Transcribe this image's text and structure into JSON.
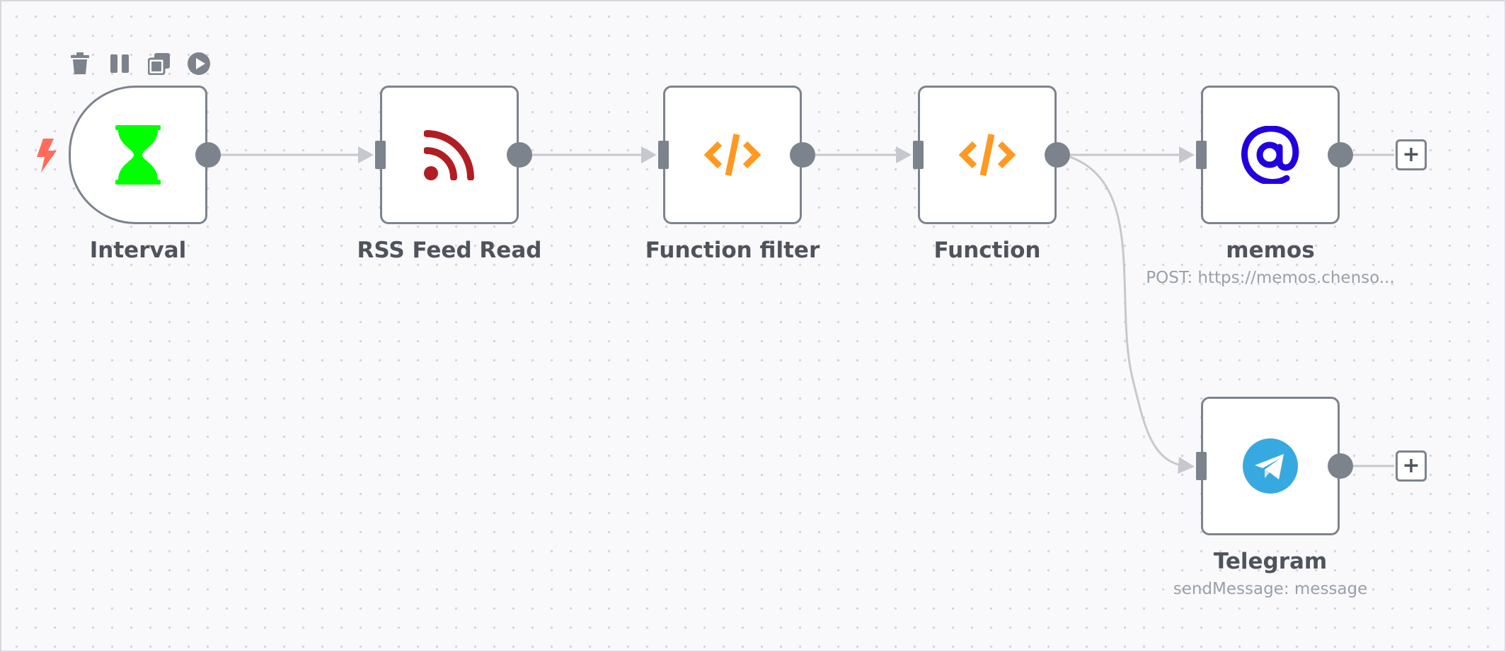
{
  "canvas": {
    "background": "#f9f9fc",
    "grid_dot_color": "#d4d6dc",
    "node_border_color": "#7d838d",
    "connection_color": "#c6c8cd"
  },
  "toolbar": {
    "icons": [
      "trash-icon",
      "pause-icon",
      "copy-icon",
      "play-icon"
    ]
  },
  "trigger_indicator": {
    "icon": "lightning-bolt-icon",
    "color": "#ff6d5a"
  },
  "nodes": {
    "interval": {
      "label": "Interval",
      "icon": "hourglass-icon",
      "icon_color": "#00ff00"
    },
    "rss": {
      "label": "RSS Feed Read",
      "icon": "rss-icon",
      "icon_color": "#b01e24"
    },
    "function_filter": {
      "label": "Function filter",
      "icon": "code-icon",
      "icon_color": "#ff9922"
    },
    "function": {
      "label": "Function",
      "icon": "code-icon",
      "icon_color": "#ff9922"
    },
    "memos": {
      "label": "memos",
      "subtitle": "POST: https://memos.chenso...",
      "icon": "at-sign-icon",
      "icon_color": "#2200dd"
    },
    "telegram": {
      "label": "Telegram",
      "subtitle": "sendMessage: message",
      "icon": "telegram-icon",
      "icon_color": "#37a9e1"
    }
  },
  "add_button": {
    "label": "+"
  }
}
